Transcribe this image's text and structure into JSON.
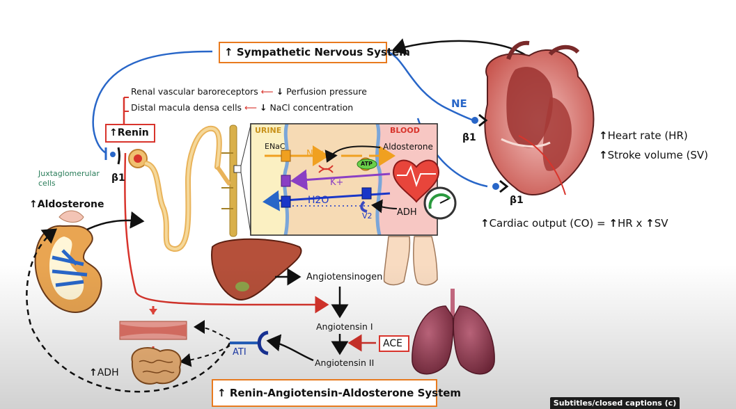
{
  "sns": "Sympathetic Nervous System",
  "raas": "Renin-Angiotensin-Aldosterone System",
  "renin": "Renin",
  "baroreceptor": "Renal vascular baroreceptors",
  "perfusion": "Perfusion pressure",
  "macula": "Distal macula densa cells",
  "nacl": "NaCl  concentration",
  "juxta": "Juxtaglomerular cells",
  "beta1_kidney": "β1",
  "beta1_heart_top": "β1",
  "beta1_heart_bottom": "β1",
  "ne": "NE",
  "aldosterone_left": "Aldosterone",
  "urine": "URINE",
  "blood": "BLOOD",
  "enac": "ENaC",
  "na": "Na+",
  "k": "K+",
  "h2o": "H2O",
  "atp": "ATP",
  "aldosterone_cell": "Aldosterone",
  "adh_cell": "ADH",
  "v2": "V2",
  "heart_rate": "Heart rate (HR)",
  "stroke_volume": "Stroke volume (SV)",
  "cardiac_output": "Cardiac output (CO)  =",
  "co_hr": "HR  x",
  "co_sv": "SV",
  "angiotensinogen": "Angiotensinogen",
  "angiotensin1": "Angiotensin I",
  "angiotensin2": "Angiotensin II",
  "ace": "ACE",
  "at1": "ATI",
  "adh_bottom": "ADH",
  "up_arrow": "↑",
  "down_arrow": "↓",
  "caption_button": "Subtitles/closed captions (c)",
  "colors": {
    "orange_box": "#e87a1e",
    "red_box": "#d8342c",
    "blue_path": "#2866c8",
    "red_path": "#d8342c",
    "juxta_green": "#2a7d5a"
  }
}
